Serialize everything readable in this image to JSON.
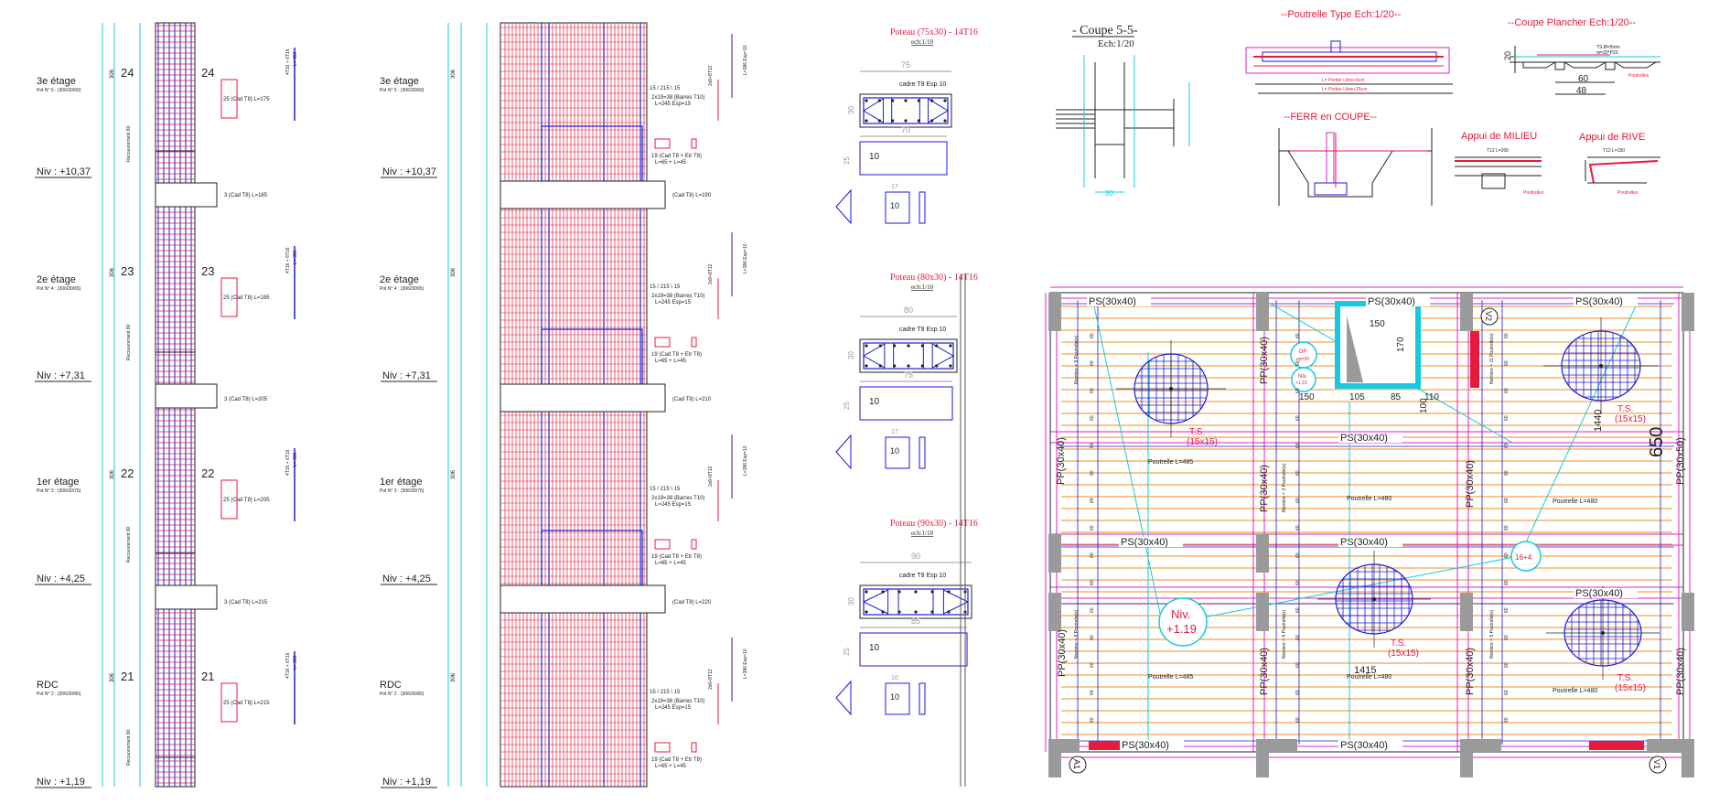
{
  "elevation": {
    "floors": [
      {
        "name": "3e étage",
        "sub": "Pot N° 5 : (306/30/60)",
        "mark": "24",
        "level": "Niv : +10,37",
        "stirrup": "25 (Cad T8)  L=175",
        "cad": "3 (Cad T8)  L=185",
        "cad2": "(Cad T8)  L=190",
        "bars": "4T16 + 6T16",
        "len": "L= 386"
      },
      {
        "name": "2e étage",
        "sub": "Pot N° 4 : (306/30/65)",
        "mark": "23",
        "level": "Niv : +7,31",
        "stirrup": "25 (Cad T8)  L=185",
        "cad": "3 (Cad T8)  L=205",
        "cad2": "(Cad T8)  L=210",
        "bars": "4T16 + 6T16",
        "len": "L= 386"
      },
      {
        "name": "1er étage",
        "sub": "Pot N° 3 : (306/30/75)",
        "mark": "22",
        "level": "Niv : +4,25",
        "stirrup": "25 (Cad T8)  L=205",
        "cad": "3 (Cad T8)  L=215",
        "cad2": "(Cad T8)  L=220",
        "bars": "4T16 + 6T16",
        "len": "L= 386"
      },
      {
        "name": "RDC",
        "sub": "Pot N° 2 : (306/30/80)",
        "mark": "21",
        "level": "Niv : +1,19",
        "stirrup": "25 (Cad T8)  L=215",
        "cad": "",
        "cad2": "",
        "bars": "4T16 + 6T16",
        "len": "L= 386"
      }
    ],
    "height": "306",
    "recouvrement": "Recouvrement 80",
    "ep": "Esp=10",
    "bars_b": "2x19=38 (Barres T10)",
    "bars_b2": "L=245 Esp=15",
    "cad_b": "19 (Cad T8 + Etr T8)",
    "cad_b2": "L=65  + L=45",
    "dims": "15 /     215     \\ 15",
    "right": "2x8+8T12",
    "right2": "L=386 Esp=10"
  },
  "sections": [
    {
      "title": "Poteau (75x30) - 14T16",
      "scale": "ech:1/10",
      "w": "75",
      "frame": "cadre T8 Esp 10",
      "h": "30",
      "w2": "70",
      "h2": "25",
      "mark": "10",
      "small": "17"
    },
    {
      "title": "Poteau (80x30) - 14T16",
      "scale": "ech:1/10",
      "w": "80",
      "frame": "cadre T8 Esp 10",
      "h": "30",
      "w2": "75",
      "h2": "25",
      "mark": "10",
      "small": "17"
    },
    {
      "title": "Poteau (90x30) - 14T16",
      "scale": "ech:1/10",
      "w": "90",
      "frame": "cadre T8 Esp 10",
      "h": "30",
      "w2": "85",
      "h2": "25",
      "mark": "10",
      "small": "10"
    }
  ],
  "details": {
    "coupe": {
      "title": "- Coupe 5-5-",
      "scale": "Ech:1/20",
      "dim": "30"
    },
    "poutrelle": {
      "title": "--Poutrelle Type Ech:1/20--",
      "l1": "L= Portée Libre+5cm",
      "l2": "L= Portée Libre+25cm"
    },
    "plancher": {
      "title": "--Coupe Plancher Ech:1/20--",
      "t1": "TS Ø=5mm",
      "t2": "m=20*P20",
      "d1": "60",
      "d2": "48",
      "d3": "20",
      "lbl": "Poutrelles"
    },
    "ferr": {
      "title": "--FERR en COUPE--"
    },
    "milieu": {
      "title": "Appui de MILIEU",
      "t": "T12 L=200",
      "lbl": "Poutrelles"
    },
    "rive": {
      "title": "Appui de RIVE",
      "t": "T12 L=150",
      "lbl": "Poutrelles"
    }
  },
  "plan": {
    "ps": "PS(30x40)",
    "pp": "PP(30x40)",
    "pp2": "PP(30x50)",
    "ps_partial": "PS(30x40)",
    "opening": {
      "w": "150",
      "h": "170",
      "a": "150",
      "b": "105",
      "c": "85",
      "d": "110",
      "e": "100"
    },
    "dp": "DP\nep=20",
    "niv_small": "Niv.\n+1.10",
    "niv": "Niv.",
    "niv_val": "+1.19",
    "ts": "T.S.",
    "ts_val": "(15x15)",
    "poutrelle_485": "Poutrelle L=485",
    "poutrelle_480": "Poutrelle L=480",
    "d1440": "1440",
    "d650": "650",
    "d1415": "1415",
    "bars_16": "16+4",
    "axis_v2": "V2",
    "axis_a1": "A1",
    "axis_v1": "V1",
    "nombre_9": "Nombre = 9 Poutrelle(s)",
    "nombre_11": "Nombre = 11 Poutrelle(s)",
    "nombre_3": "Nombre = 3 Poutrelle(s)",
    "nombre_8": "Nombre = 8 Poutrelle(s)",
    "nombre_5": "Nombre = 5 Poutrelle(s)",
    "spacing": "60"
  },
  "colors": {
    "red": "#e8193c",
    "blue": "#1a1ad6",
    "cyan": "#18c8e0",
    "magenta": "#e020c8",
    "orange": "#f2a24a",
    "grey": "#9a9a9a",
    "dark": "#222222"
  }
}
